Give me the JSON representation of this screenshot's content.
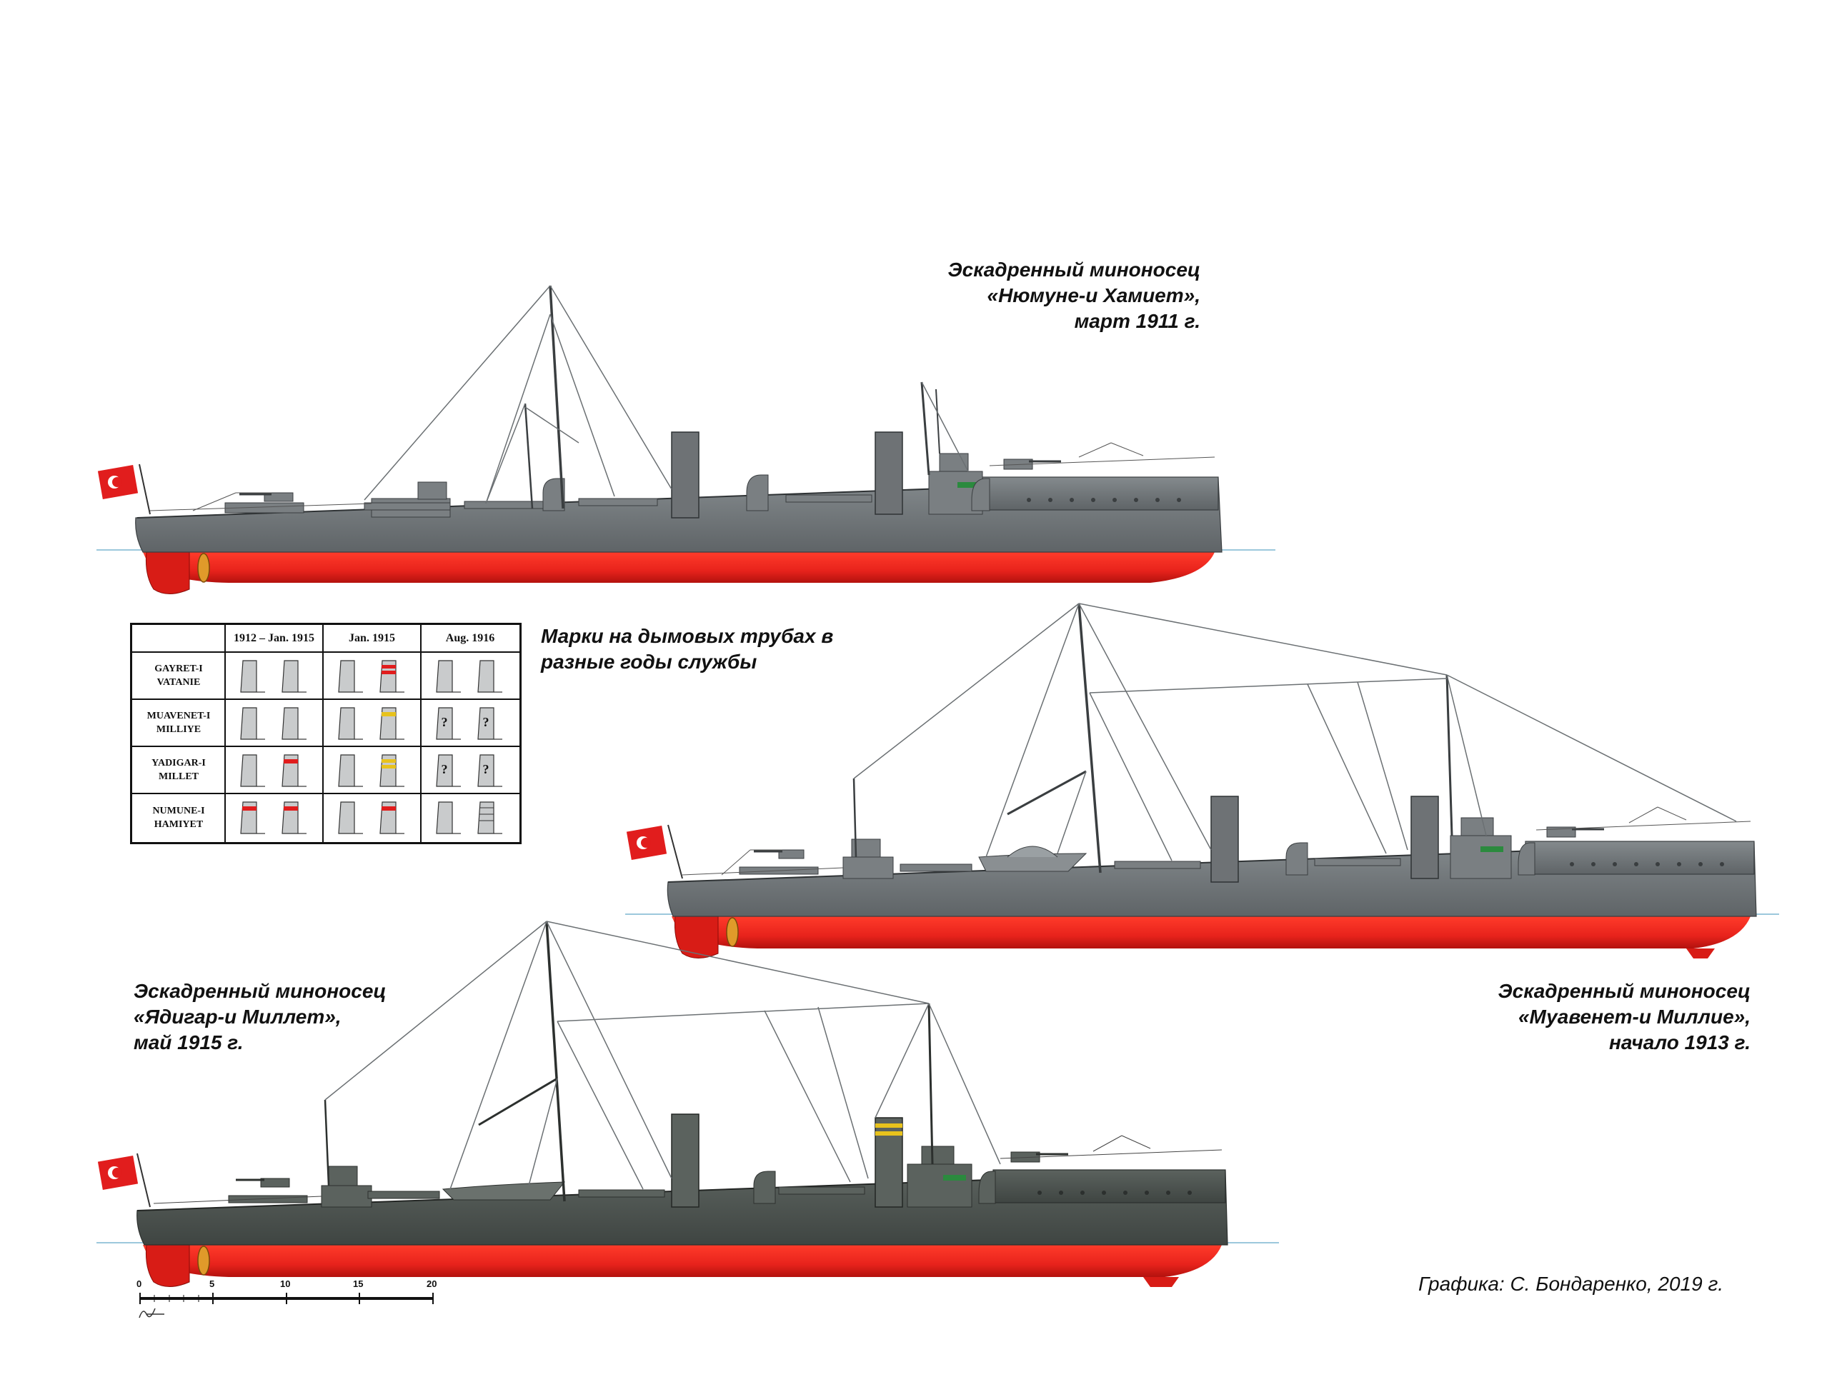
{
  "ships": [
    {
      "id": "numune",
      "caption": [
        "Эскадренный миноносец",
        "«Нюмуне-и Хамиет»,",
        "март 1911 г."
      ]
    },
    {
      "id": "muavenet",
      "caption": [
        "Эскадренный миноносец",
        "«Муавенет-и Миллие»,",
        "начало 1913 г."
      ]
    },
    {
      "id": "yadigar",
      "caption": [
        "Эскадренный миноносец",
        "«Ядигар-и Миллет»,",
        "май 1915 г."
      ]
    }
  ],
  "funnel_table": {
    "title": [
      "Марки на дымовых трубах в",
      "разные годы службы"
    ],
    "columns": [
      "1912 – Jan. 1915",
      "Jan. 1915",
      "Aug. 1916"
    ],
    "rows": [
      {
        "name": [
          "GAYRET-I",
          "VATANIE"
        ],
        "marks": [
          [
            "none",
            "none"
          ],
          [
            "none",
            "red-red"
          ],
          [
            "none",
            "none"
          ]
        ]
      },
      {
        "name": [
          "MUAVENET-I",
          "MILLIYE"
        ],
        "marks": [
          [
            "none",
            "none"
          ],
          [
            "none",
            "yellow"
          ],
          [
            "question",
            "question"
          ]
        ]
      },
      {
        "name": [
          "YADIGAR-I",
          "MILLET"
        ],
        "marks": [
          [
            "none",
            "red"
          ],
          [
            "none",
            "yellow-yellow"
          ],
          [
            "question",
            "question"
          ]
        ]
      },
      {
        "name": [
          "NUMUNE-I",
          "HAMIYET"
        ],
        "marks": [
          [
            "red",
            "red"
          ],
          [
            "none",
            "red"
          ],
          [
            "none",
            "white-bands"
          ]
        ]
      }
    ]
  },
  "scale": {
    "labels": [
      "0",
      "5",
      "10",
      "15",
      "20"
    ]
  },
  "credit": "Графика: С. Бондаренко, 2019 г.",
  "colors": {
    "hull_upper": "#6e7275",
    "hull_upper_dark": "#4d5350",
    "hull_lower": "#e8231c",
    "flag": "#e11d1d",
    "waterline": "#9cc8dc"
  }
}
